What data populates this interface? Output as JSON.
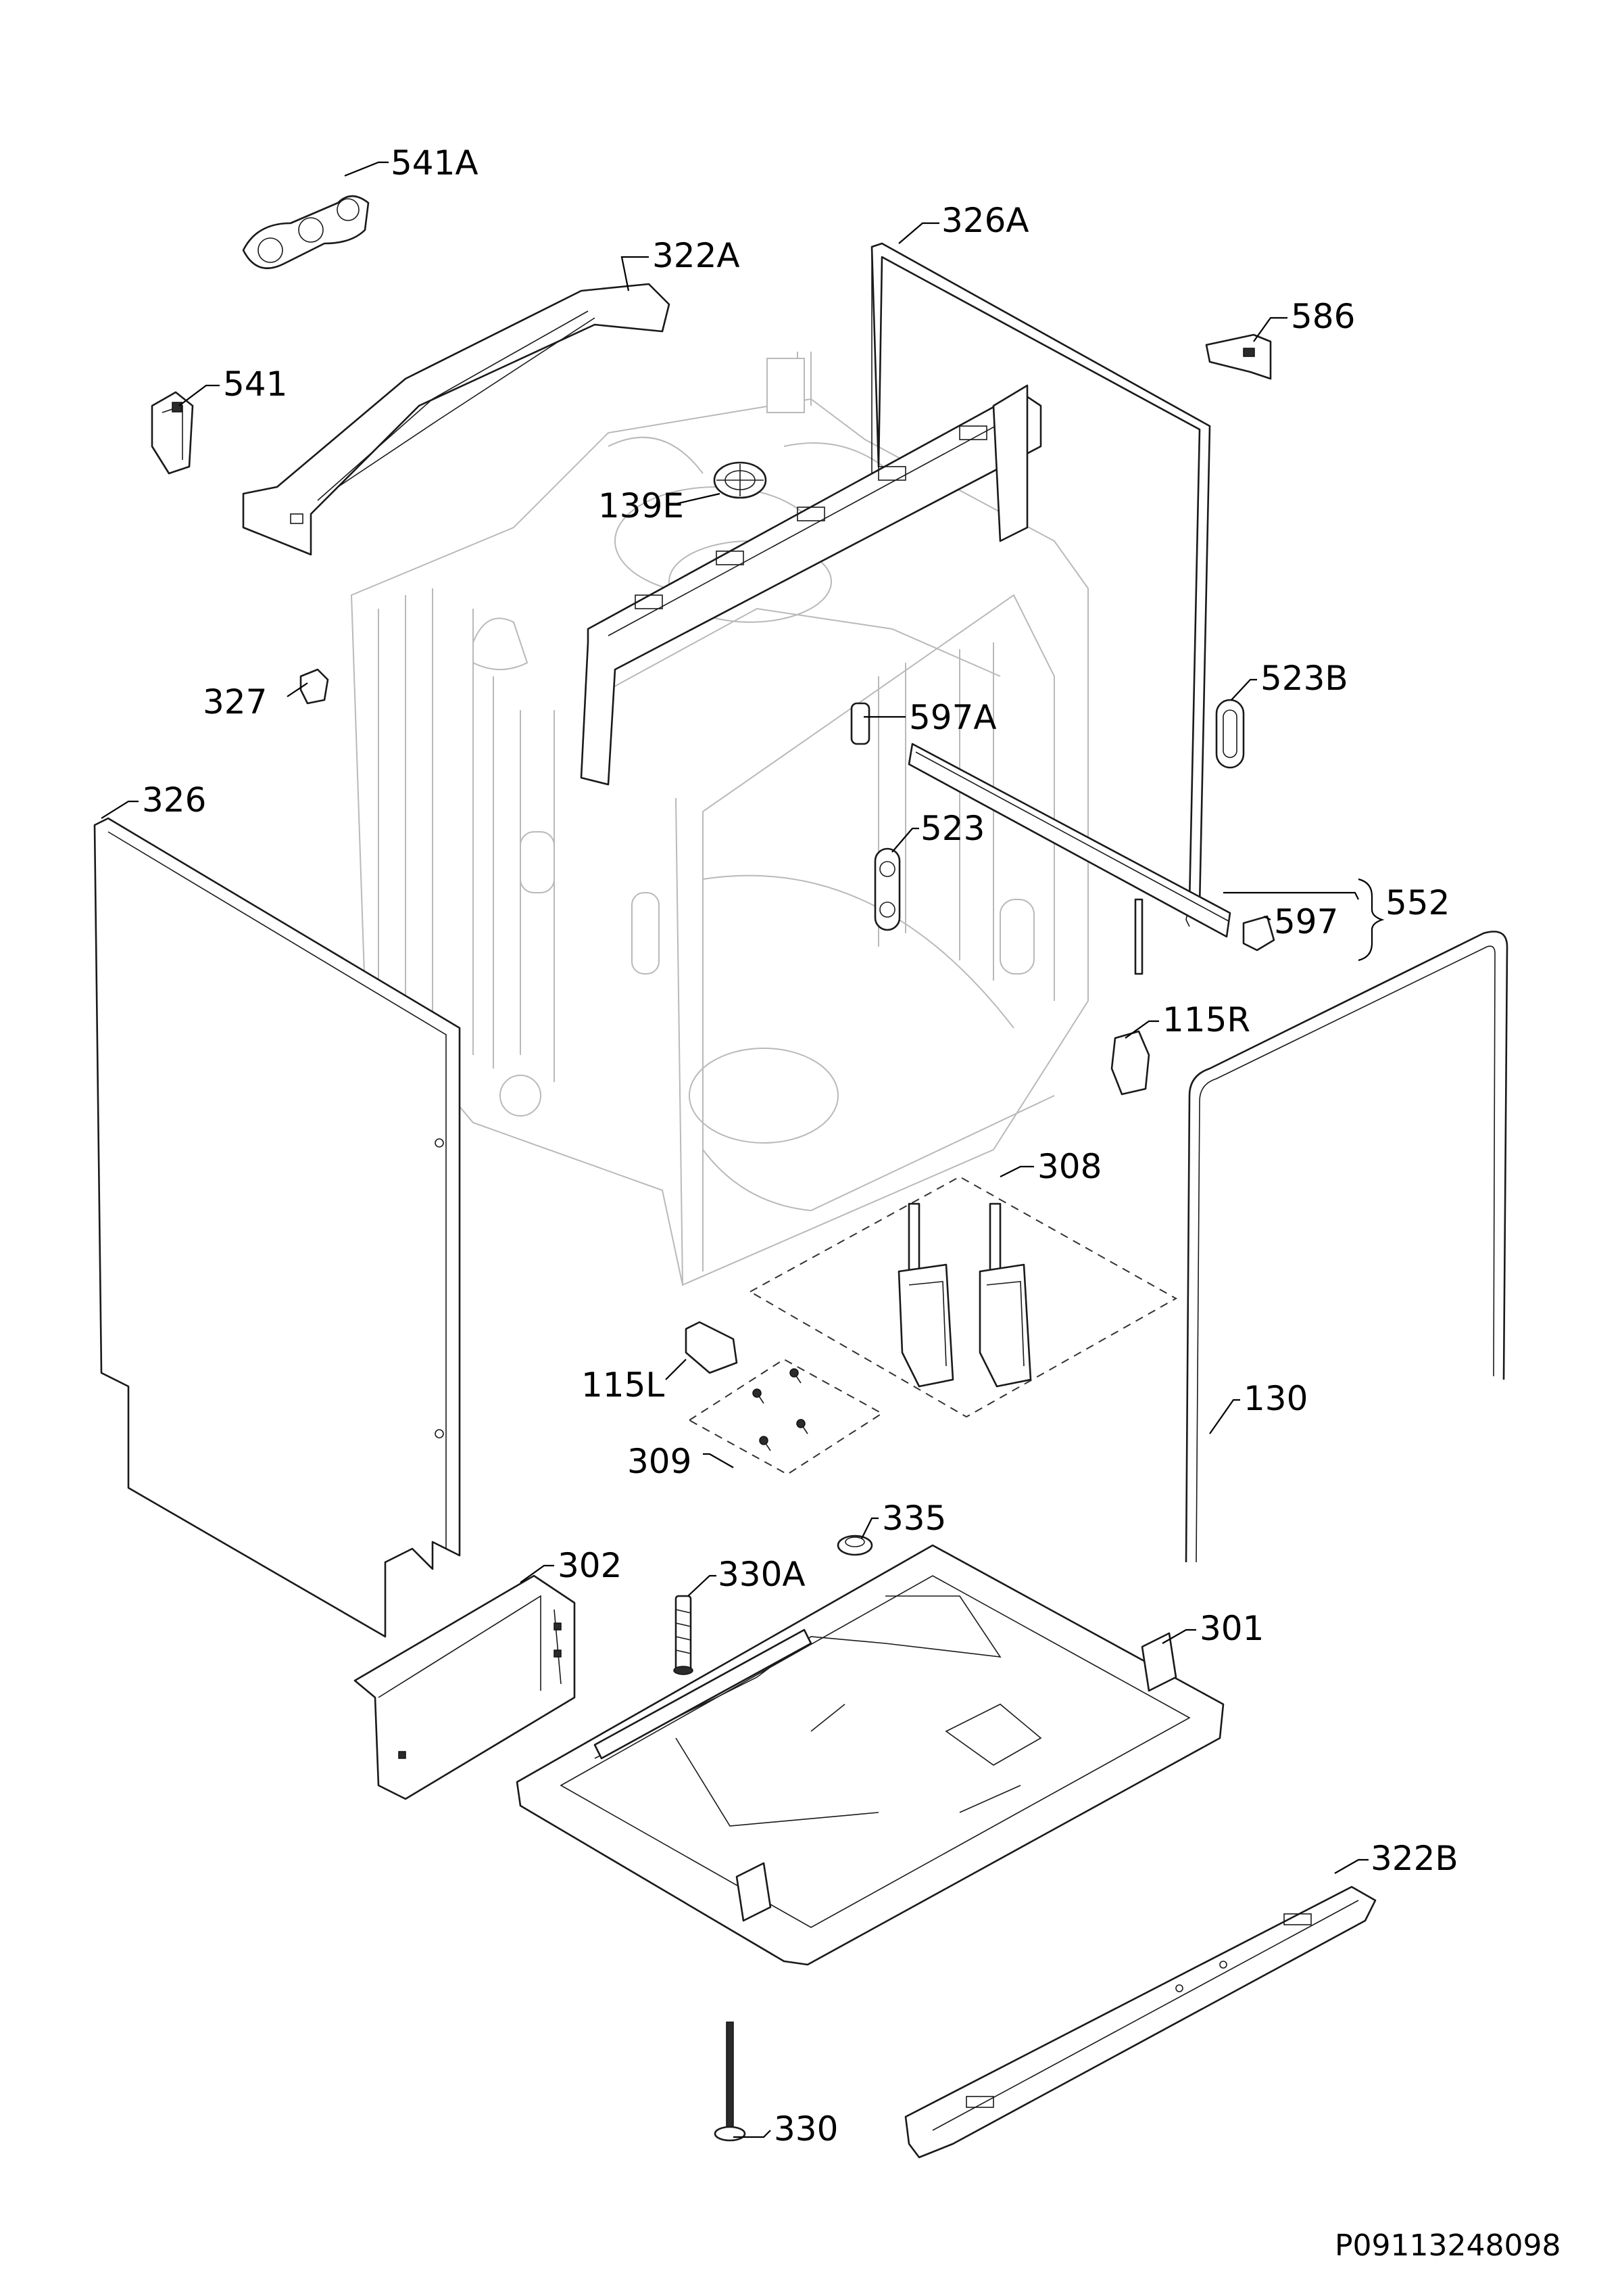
{
  "document_code": "P09113248098",
  "callouts": {
    "p541A": "541A",
    "p322A": "322A",
    "p326A": "326A",
    "p586": "586",
    "p541": "541",
    "p139E": "139E",
    "p327": "327",
    "p523B": "523B",
    "p597A": "597A",
    "p326": "326",
    "p523": "523",
    "p552": "552",
    "p597": "597",
    "p115R": "115R",
    "p308": "308",
    "p115L": "115L",
    "p130": "130",
    "p309": "309",
    "p335": "335",
    "p302": "302",
    "p330A": "330A",
    "p301": "301",
    "p322B": "322B",
    "p330": "330"
  },
  "colors": {
    "line": "#1a1a1a",
    "ghost": "#b9b9b9",
    "background": "#ffffff"
  }
}
